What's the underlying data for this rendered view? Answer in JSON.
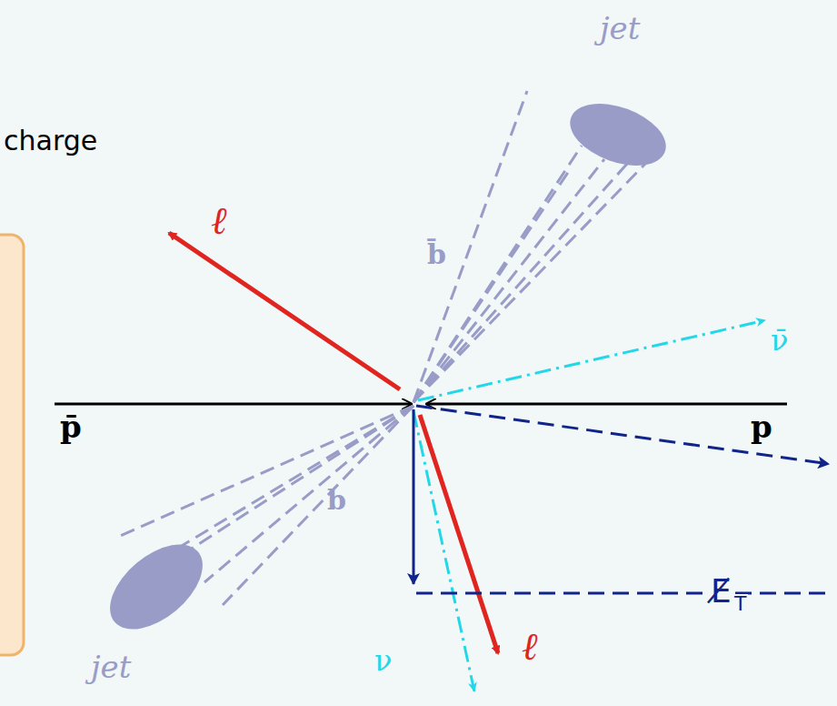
{
  "diagram": {
    "labels": [
      "charge",
      "jet",
      "ℓ",
      "b̄",
      "ν̄",
      "p̄",
      "p",
      "b",
      "E̸",
      "T",
      "ℓ",
      "ν",
      "jet"
    ]
  }
}
